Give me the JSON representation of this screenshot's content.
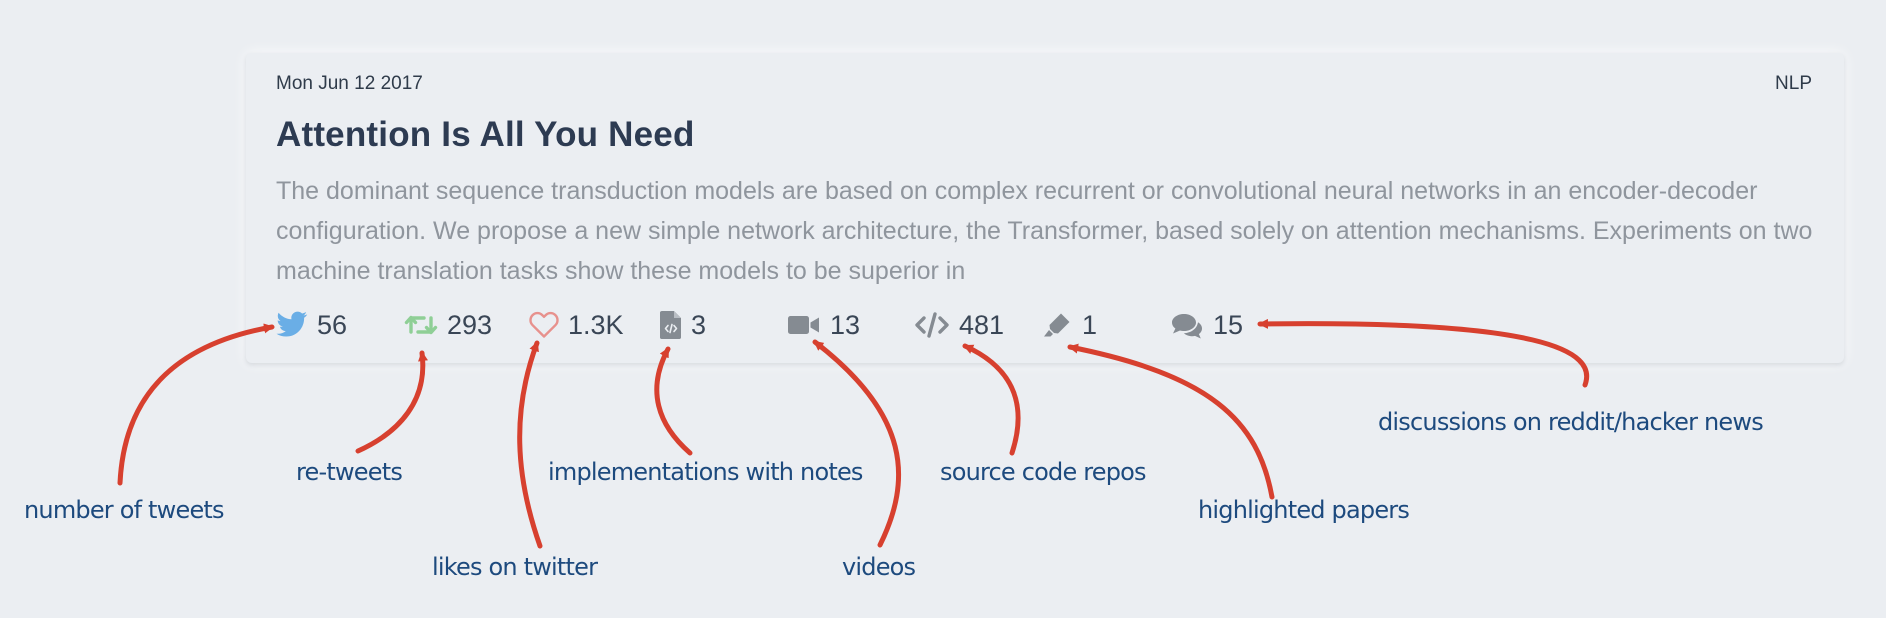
{
  "card": {
    "date": "Mon Jun 12 2017",
    "category": "NLP",
    "title": "Attention Is All You Need",
    "abstract": "The dominant sequence transduction models are based on complex recurrent or convolutional neural networks in an encoder-decoder configuration. We propose a new simple network architecture, the Transformer, based solely on attention mechanisms. Experiments on two machine translation tasks show these models to be superior in",
    "stats": {
      "tweets": "56",
      "retweets": "293",
      "likes": "1.3K",
      "implementations": "3",
      "videos": "13",
      "repos": "481",
      "highlights": "1",
      "discussions": "15"
    }
  },
  "annotations": {
    "tweets": "number of tweets",
    "retweets": "re-tweets",
    "likes": "likes on twitter",
    "implementations": "implementations with notes",
    "videos": "videos",
    "repos": "source code repos",
    "highlights": "highlighted papers",
    "discussions": "discussions on reddit/hacker news"
  },
  "colors": {
    "twitter": "#6aaee6",
    "retweet": "#8fcf96",
    "like": "#e7918d",
    "icon_gray": "#858b92",
    "arrow": "#d7402f",
    "annotation_text": "#1d4a7e"
  },
  "icons": {
    "tweets": "twitter-bird-icon",
    "retweets": "retweet-icon",
    "likes": "heart-icon",
    "implementations": "code-file-icon",
    "videos": "video-camera-icon",
    "repos": "code-brackets-icon",
    "highlights": "highlighter-icon",
    "discussions": "comments-icon"
  }
}
